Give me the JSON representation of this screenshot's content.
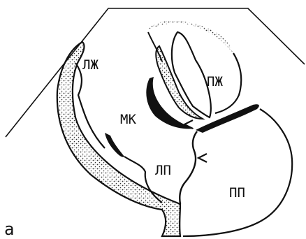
{
  "diagram": {
    "labels": {
      "lv": "ЛЖ",
      "rv": "ПЖ",
      "mv": "МК",
      "la": "ЛП",
      "ra": "ПП",
      "figure": "а"
    },
    "colors": {
      "line": "#111111",
      "background": "#ffffff",
      "stipple": "#333333"
    }
  }
}
